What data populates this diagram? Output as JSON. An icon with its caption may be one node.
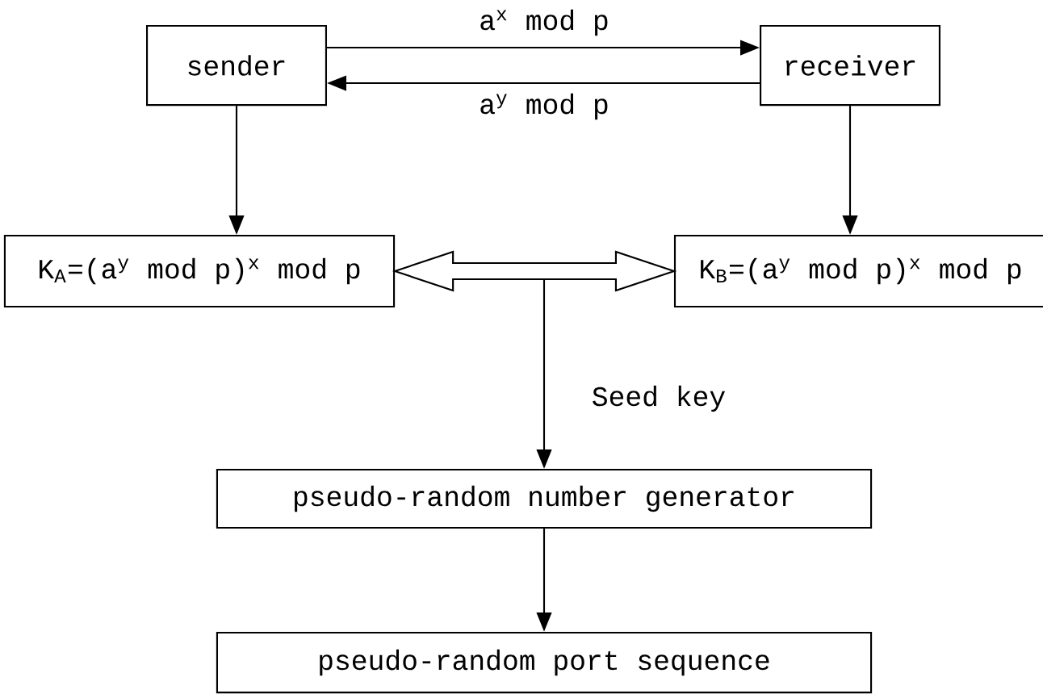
{
  "diagram": {
    "nodes": [
      {
        "text": [
          "sender"
        ]
      },
      {
        "text": [
          "receiver"
        ]
      },
      {
        "text": [
          "K$_{A}$=(a$^{y}$ mod p)$^{x}$ mod p"
        ]
      },
      {
        "text": [
          "K$_{B}$=(a$^{y}$ mod p)$^{x}$ mod p"
        ]
      },
      {
        "text": [
          "pseudo-random number generator"
        ]
      },
      {
        "text": [
          "pseudo-random port sequence"
        ]
      }
    ],
    "edges": [
      {
        "from": 0,
        "to": 1,
        "arrow": "to",
        "label": "a$^{x}$ mod p"
      },
      {
        "from": 1,
        "to": 0,
        "arrow": "to",
        "label": "a$^{y}$ mod p"
      },
      {
        "from": 0,
        "to": 2,
        "arrow": "to"
      },
      {
        "from": 1,
        "to": 3,
        "arrow": "to"
      },
      {
        "from": 2,
        "to": 3,
        "arrow": "both",
        "style": "thick"
      },
      {
        "from": null,
        "to": 4,
        "arrow": "to",
        "label": "Seed key"
      },
      {
        "from": 4,
        "to": 5,
        "arrow": "to"
      }
    ]
  }
}
